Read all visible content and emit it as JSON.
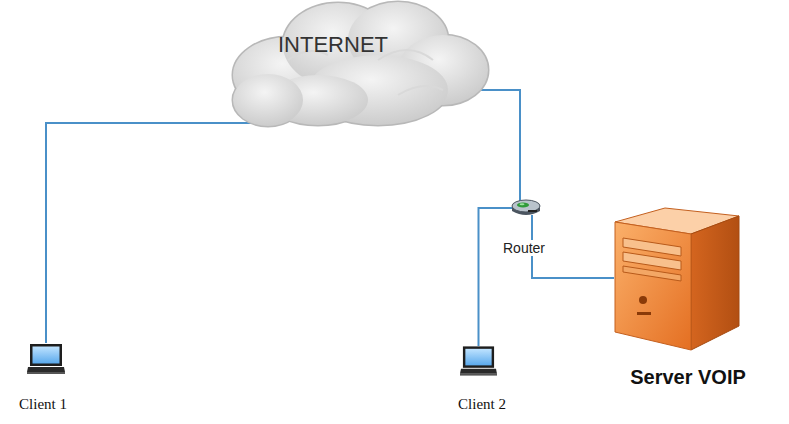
{
  "diagram": {
    "nodes": [
      {
        "text": [
          "INTERNET"
        ]
      },
      {
        "text": [
          "Router"
        ]
      },
      {
        "text": [
          "Server VOIP"
        ]
      },
      {
        "text": [
          "Client 1"
        ]
      },
      {
        "text": [
          "Client 2"
        ]
      }
    ],
    "edges": [
      {
        "from": 3,
        "to": 0,
        "arrow": "none"
      },
      {
        "from": 0,
        "to": 1,
        "arrow": "none"
      },
      {
        "from": 1,
        "to": 4,
        "arrow": "none"
      },
      {
        "from": 1,
        "to": 2,
        "arrow": "none"
      }
    ]
  }
}
